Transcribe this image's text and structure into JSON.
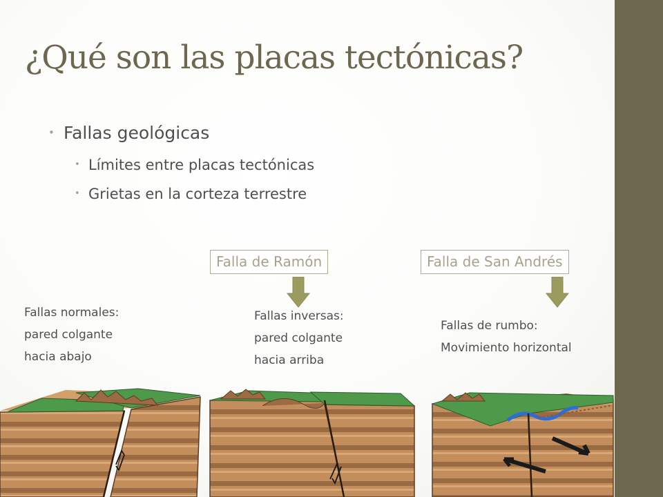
{
  "slide": {
    "title": "¿Qué son las placas tectónicas?",
    "bullets": {
      "main": "Fallas geológicas",
      "sub": [
        "Límites entre placas tectónicas",
        "Grietas en la corteza terrestre"
      ]
    },
    "labels": {
      "ramon": "Falla de Ramón",
      "san_andres": "Falla de San Andrés"
    },
    "captions": {
      "normal": [
        "Fallas normales:",
        "pared colgante",
        "hacia abajo"
      ],
      "inversa": [
        "Fallas inversas:",
        "pared colgante",
        "hacia arriba"
      ],
      "rumbo": [
        "Fallas de rumbo:",
        "Movimiento horizontal"
      ]
    }
  },
  "colors": {
    "title": "#6d6750",
    "sidebar": "#6d6750",
    "accent_text": "#a7a38b",
    "arrow": "#9b9a5f",
    "grass": "#4e9a4a",
    "soil": "#b07a4e"
  }
}
